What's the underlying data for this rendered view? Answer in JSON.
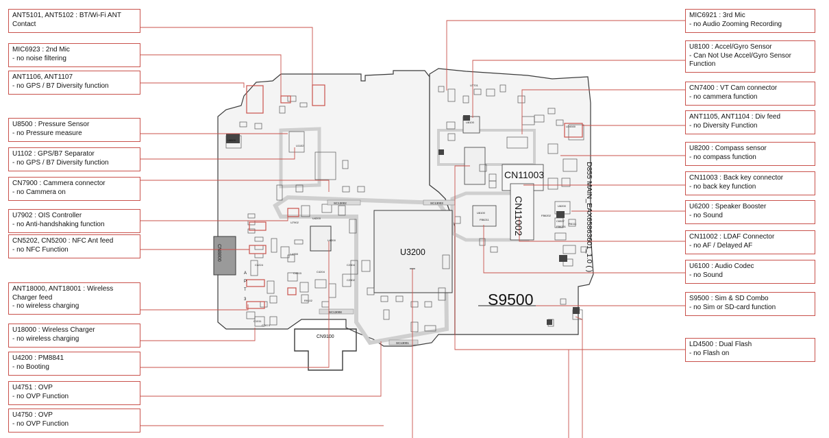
{
  "colors": {
    "leader": "#c8504a",
    "board": "#3a3a3a",
    "board_fill": "#f4f4f4",
    "outline_fill": "#e2e2e2",
    "highlight": "#c8504a"
  },
  "callouts_left": [
    {
      "title": "ANT5101, ANT5102 : BT/Wi-Fi ANT Contact",
      "desc": ""
    },
    {
      "title": "MIC6923 : 2nd Mic",
      "desc": "- no noise filtering"
    },
    {
      "title": "ANT1106, ANT1107",
      "desc": "- no GPS / B7 Diversity function"
    },
    {
      "title": "U8500 : Pressure Sensor",
      "desc": "- no Pressure measure"
    },
    {
      "title": "U1102 : GPS/B7 Separator",
      "desc": "- no GPS / B7 Diversity function"
    },
    {
      "title": "CN7900 : Cammera connector",
      "desc": "- no Cammera on"
    },
    {
      "title": "U7902 : OIS Controller",
      "desc": "- no Anti-handshaking function"
    },
    {
      "title": "CN5202, CN5200 : NFC Ant feed",
      "desc": "- no NFC Function"
    },
    {
      "title": "ANT18000, ANT18001 : Wireless Charger feed",
      "desc": "- no wireless charging"
    },
    {
      "title": "U18000 : Wireless Charger",
      "desc": "- no wireless charging"
    },
    {
      "title": "U4200 : PM8841",
      "desc": "- no Booting"
    },
    {
      "title": "U4751 : OVP",
      "desc": "- no OVP Function"
    },
    {
      "title": "U4750 : OVP",
      "desc": "- no OVP Function"
    }
  ],
  "callouts_right": [
    {
      "title": "MIC6921 : 3rd  Mic",
      "desc": "- no Audio Zooming Recording"
    },
    {
      "title": "U8100 : Accel/Gyro Sensor",
      "desc": "- Can Not Use Accel/Gyro Sensor Function"
    },
    {
      "title": "CN7400 : VT Cam connector",
      "desc": "- no cammera function"
    },
    {
      "title": "ANT1105, ANT1104 : Div feed",
      "desc": "- no Diversity Function"
    },
    {
      "title": "U8200 : Compass sensor",
      "desc": "- no compass function"
    },
    {
      "title": "CN11003 : Back key connector",
      "desc": "- no back key function"
    },
    {
      "title": "U6200 : Speaker Booster",
      "desc": "- no Sound"
    },
    {
      "title": "CN11002 : LDAF Connector",
      "desc": "- no AF / Delayed AF"
    },
    {
      "title": "U6100 : Audio Codec",
      "desc": "- no Sound"
    },
    {
      "title": "S9500 : Sim & SD Combo",
      "desc": "- no Sim or SD-card function"
    },
    {
      "title": "LD4500 : Dual Flash",
      "desc": "- no Flash on"
    }
  ],
  "board": {
    "big_labels": {
      "u3200": "U3200",
      "s9500": "S9500",
      "cn11003": "CN11003",
      "cn11002": "CN11002",
      "cn9100": "CN9100",
      "cn8800": "CN8800"
    },
    "vertical_title": "D855 MAIN_EAX65863601_1.0 ( )",
    "sc_labels": [
      "SC13002",
      "SC13003",
      "SC13008",
      "SC13001",
      "SC13002"
    ],
    "small_labels": [
      "U4200",
      "C4203",
      "L4900",
      "U4203",
      "U6100",
      "U6200",
      "LD4500",
      "U8500",
      "U7902",
      "U1102",
      "U7701",
      "R9102",
      "C6927",
      "FB6202",
      "FB6201",
      "R6111",
      "FB6211",
      "U8100",
      "C2304",
      "C2302",
      "C4224",
      "C7874",
      "C1011",
      "C4204"
    ]
  }
}
